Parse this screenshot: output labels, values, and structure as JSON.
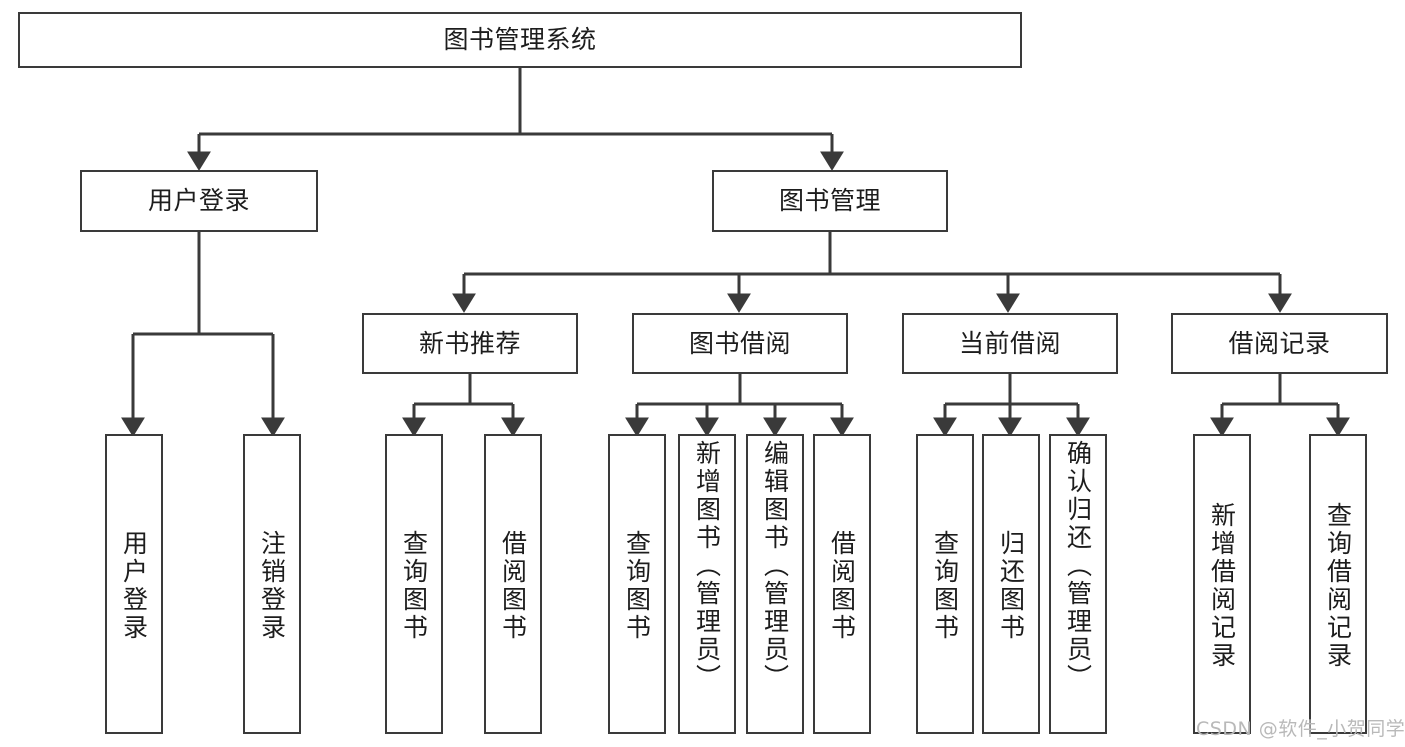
{
  "diagram": {
    "type": "tree-hierarchy-chart",
    "title": "图书管理系统",
    "line_color": "#3a3a3a",
    "box_fill": "#ffffff",
    "text_color": "#1d1d1d",
    "nodes": {
      "root": {
        "label": "图书管理系统"
      },
      "level1": [
        {
          "label": "用户登录"
        },
        {
          "label": "图书管理"
        }
      ],
      "level2": [
        {
          "label": "新书推荐"
        },
        {
          "label": "图书借阅"
        },
        {
          "label": "当前借阅"
        },
        {
          "label": "借阅记录"
        }
      ],
      "leaves": {
        "user_login": [
          {
            "label": "用户登录"
          },
          {
            "label": "注销登录"
          }
        ],
        "new_book_recommend": [
          {
            "label": "查询图书"
          },
          {
            "label": "借阅图书"
          }
        ],
        "book_borrow": [
          {
            "label": "查询图书"
          },
          {
            "label": "新增图书（管理员）"
          },
          {
            "label": "编辑图书（管理员）"
          },
          {
            "label": "借阅图书"
          }
        ],
        "current_borrow": [
          {
            "label": "查询图书"
          },
          {
            "label": "归还图书"
          },
          {
            "label": "确认归还（管理员）"
          }
        ],
        "borrow_record": [
          {
            "label": "新增借阅记录"
          },
          {
            "label": "查询借阅记录"
          }
        ]
      }
    }
  },
  "watermark": {
    "text": "CSDN @软件_小贺同学"
  }
}
